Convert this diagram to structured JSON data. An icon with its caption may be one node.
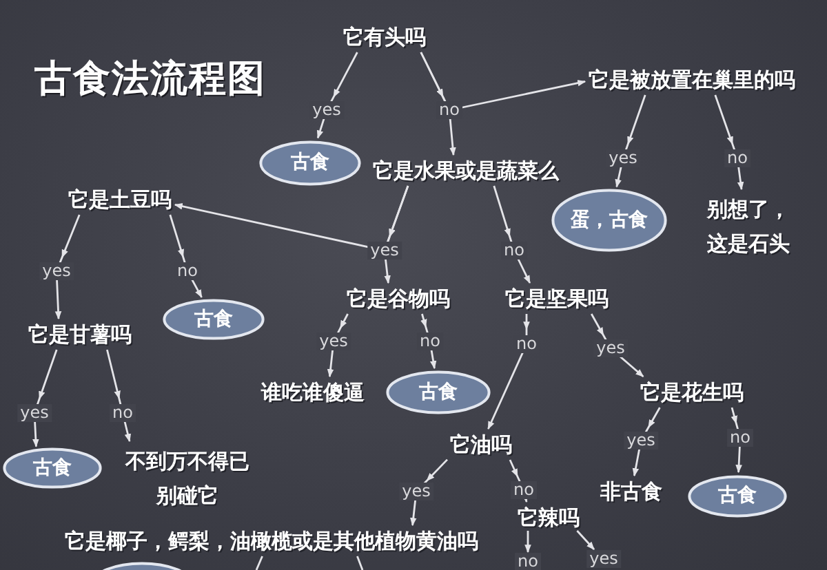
{
  "diagram": {
    "title": "古食法流程图",
    "nodes": [
      {
        "text": [
          "它有头吗"
        ]
      },
      {
        "text": [
          "古食"
        ]
      },
      {
        "text": [
          "它是被放置在巢里的吗"
        ]
      },
      {
        "text": [
          "它是水果或是蔬菜么"
        ]
      },
      {
        "text": [
          "蛋，古食"
        ]
      },
      {
        "text": [
          "别想了，这是石头"
        ]
      },
      {
        "text": [
          "它是土豆吗"
        ]
      },
      {
        "text": [
          "它是谷物吗"
        ]
      },
      {
        "text": [
          "它是坚果吗"
        ]
      },
      {
        "text": [
          "它是甘薯吗"
        ]
      },
      {
        "text": [
          "古食"
        ]
      },
      {
        "text": [
          "谁吃谁傻逼"
        ]
      },
      {
        "text": [
          "古食"
        ]
      },
      {
        "text": [
          "它是花生吗"
        ]
      },
      {
        "text": [
          "古食"
        ]
      },
      {
        "text": [
          "不到万不得已别碰它"
        ]
      },
      {
        "text": [
          "它油吗"
        ]
      },
      {
        "text": [
          "非古食"
        ]
      },
      {
        "text": [
          "古食"
        ]
      },
      {
        "text": [
          "它是椰子，鳄梨，油橄榄或是其他植物黄油吗"
        ]
      },
      {
        "text": [
          "它辣吗"
        ]
      },
      {
        "text": [],
        "shape": "ellipse"
      }
    ],
    "edges": [
      {
        "from": 0,
        "to": 1,
        "arrow": "to",
        "label": "yes"
      },
      {
        "from": 0,
        "to": 3,
        "arrow": "to",
        "label": "no"
      },
      {
        "from": 0,
        "to": 2,
        "arrow": "to"
      },
      {
        "from": 2,
        "to": 4,
        "arrow": "to",
        "label": "yes"
      },
      {
        "from": 2,
        "to": 5,
        "arrow": "to",
        "label": "no"
      },
      {
        "from": 3,
        "to": 7,
        "arrow": "to",
        "label": "yes"
      },
      {
        "from": 3,
        "to": 6,
        "arrow": "to"
      },
      {
        "from": 3,
        "to": 8,
        "arrow": "to",
        "label": "no"
      },
      {
        "from": 6,
        "to": 9,
        "arrow": "to",
        "label": "yes"
      },
      {
        "from": 6,
        "to": 10,
        "arrow": "to",
        "label": "no"
      },
      {
        "from": 7,
        "to": 11,
        "arrow": "to",
        "label": "yes"
      },
      {
        "from": 7,
        "to": 12,
        "arrow": "to",
        "label": "no"
      },
      {
        "from": 8,
        "to": 16,
        "arrow": "to",
        "label": "no"
      },
      {
        "from": 8,
        "to": 13,
        "arrow": "to",
        "label": "yes"
      },
      {
        "from": 9,
        "to": 14,
        "arrow": "to",
        "label": "yes"
      },
      {
        "from": 9,
        "to": 15,
        "arrow": "to",
        "label": "no"
      },
      {
        "from": 13,
        "to": 17,
        "arrow": "to",
        "label": "yes"
      },
      {
        "from": 13,
        "to": 18,
        "arrow": "to",
        "label": "no"
      },
      {
        "from": 16,
        "to": 19,
        "arrow": "to",
        "label": "yes"
      },
      {
        "from": 16,
        "to": 20,
        "arrow": "to",
        "label": "no"
      },
      {
        "from": 19,
        "to": null,
        "arrow": "none"
      },
      {
        "from": 19,
        "to": null,
        "arrow": "none"
      },
      {
        "from": 20,
        "to": null,
        "arrow": "to",
        "label": "no"
      },
      {
        "from": 20,
        "to": null,
        "arrow": "to",
        "label": "yes"
      }
    ]
  }
}
